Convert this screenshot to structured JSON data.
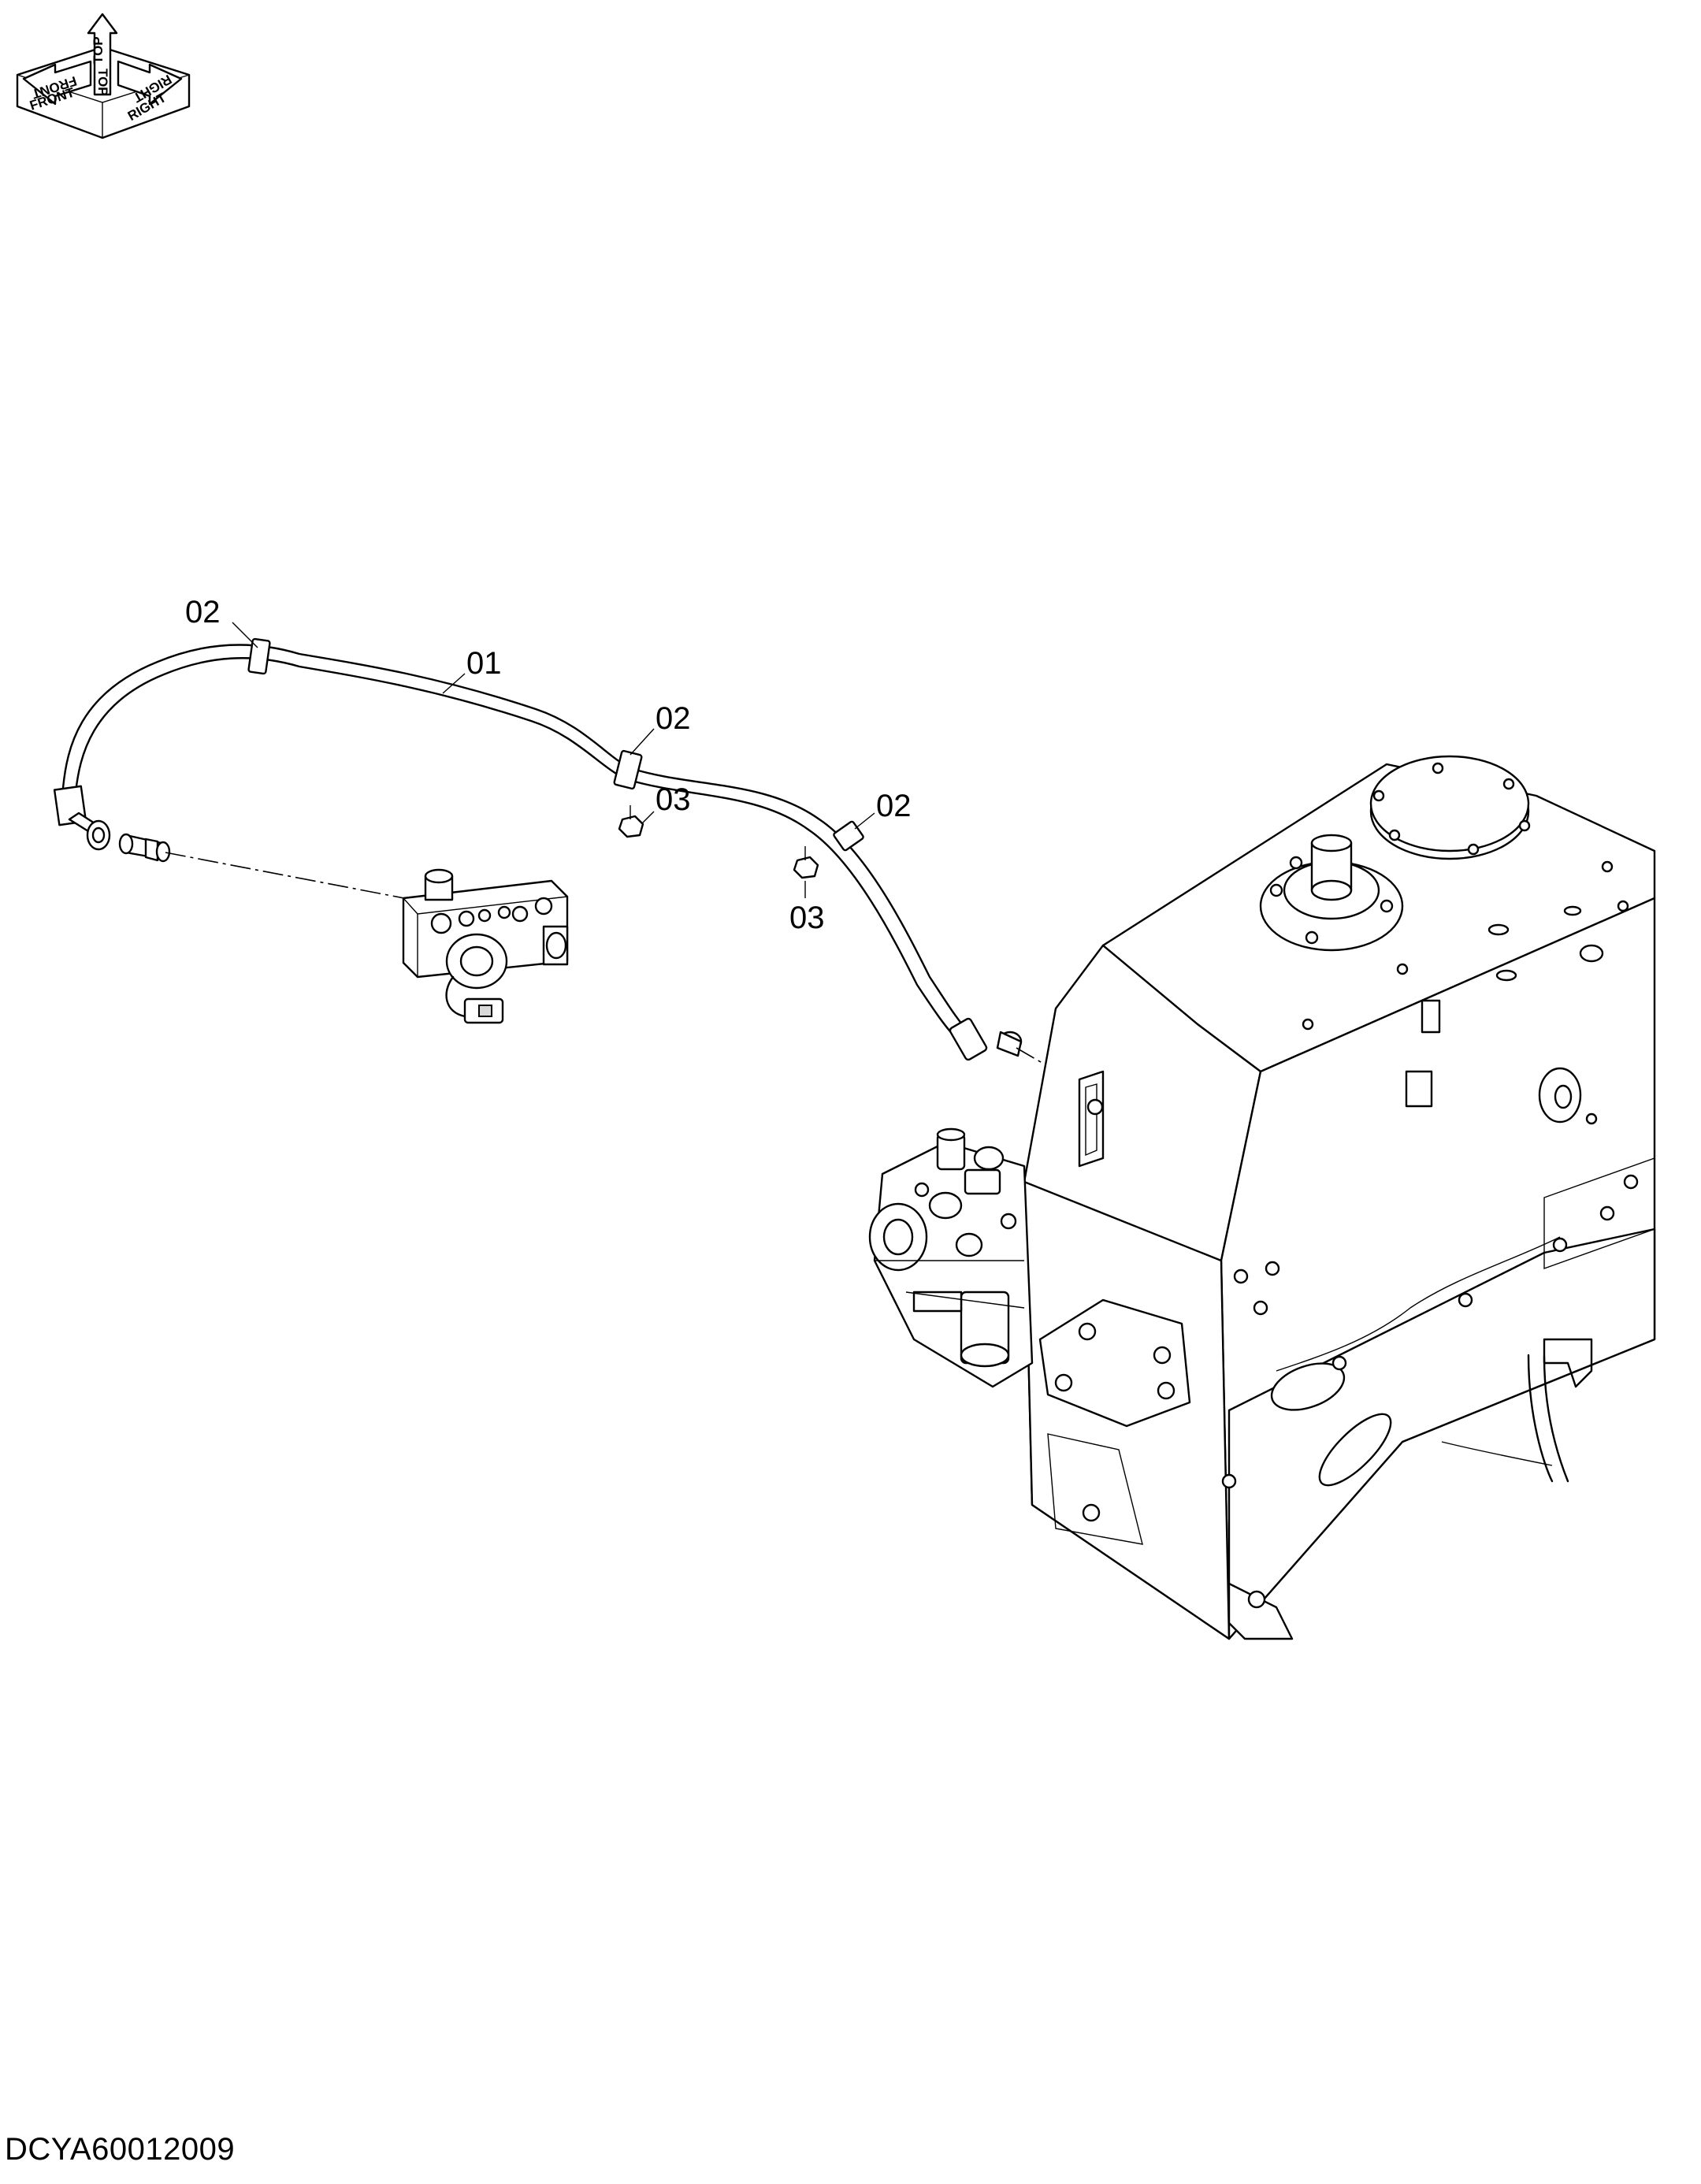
{
  "orientation": {
    "front": "FRONT",
    "top": "TOP",
    "right": "RIGHT",
    "front_mirror": "FRONT",
    "top_mirror": "TOP",
    "right_mirror": "RIGHT"
  },
  "callouts": {
    "hose": "01",
    "clamp_a": "02",
    "clamp_b": "02",
    "clamp_c": "02",
    "bolt_a": "03",
    "bolt_b": "03"
  },
  "drawing_id": "DCYA60012009"
}
